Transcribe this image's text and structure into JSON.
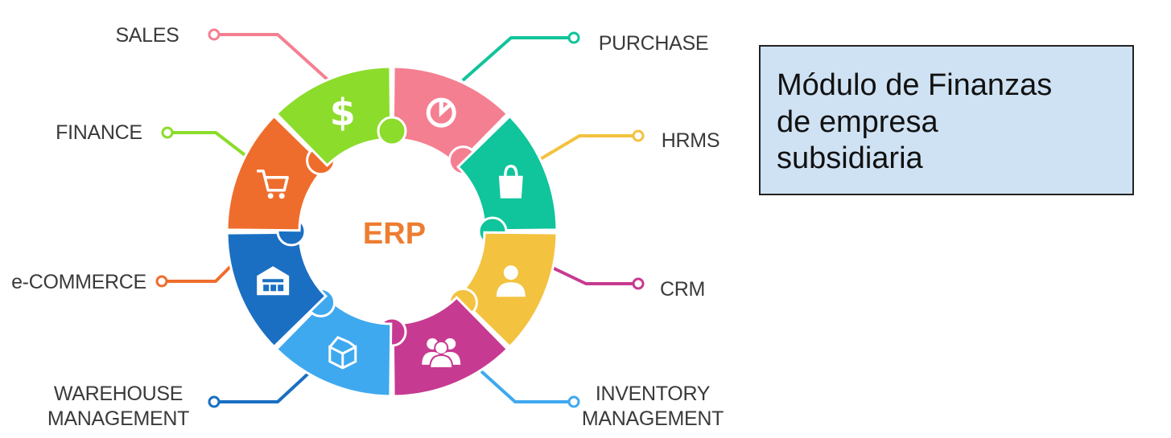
{
  "diagram": {
    "center_label": "ERP",
    "center_color": "#ed7d31",
    "modules": [
      {
        "key": "sales",
        "lines": [
          "SALES"
        ],
        "color": "#f47f91",
        "icon": "chart-icon"
      },
      {
        "key": "purchase",
        "lines": [
          "PURCHASE"
        ],
        "color": "#10c49b",
        "icon": "shopping-bag-icon"
      },
      {
        "key": "hrms",
        "lines": [
          "HRMS"
        ],
        "color": "#f3c23f",
        "icon": "person-icon"
      },
      {
        "key": "crm",
        "lines": [
          "CRM"
        ],
        "color": "#c73a91",
        "icon": "people-icon"
      },
      {
        "key": "inventory",
        "lines": [
          "INVENTORY",
          "MANAGEMENT"
        ],
        "color": "#3fa9ef",
        "icon": "box-icon"
      },
      {
        "key": "warehouse",
        "lines": [
          "WAREHOUSE",
          "MANAGEMENT"
        ],
        "color": "#1a6fc2",
        "icon": "warehouse-icon"
      },
      {
        "key": "ecommerce",
        "lines": [
          "e-COMMERCE"
        ],
        "color": "#ef6d2c",
        "icon": "cart-icon"
      },
      {
        "key": "finance",
        "lines": [
          "FINANCE"
        ],
        "color": "#8cdc2c",
        "icon": "dollar-icon"
      }
    ]
  },
  "callout": {
    "text": "Módulo de Finanzas\nde empresa\nsubsidiaria"
  }
}
